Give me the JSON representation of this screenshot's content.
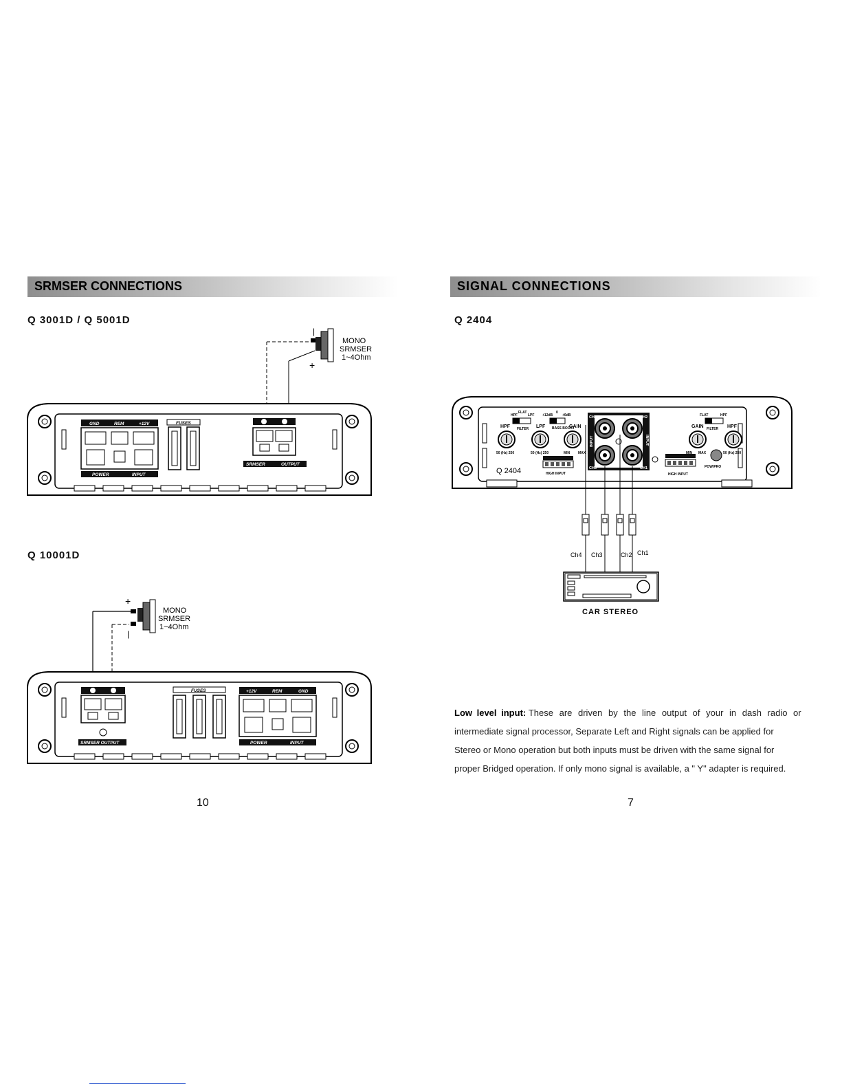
{
  "left_page": {
    "section_title": "SRMSER CONNECTIONS",
    "model_1": "Q 3001D / Q 5001D",
    "model_2": "Q 10001D",
    "page_number": "10",
    "amp1": {
      "speaker_label": [
        "MONO",
        "SRMSER",
        "1~4Ohm"
      ],
      "terminal_labels": [
        "GND",
        "REM",
        "+12V"
      ],
      "fuses_label": "FUSES",
      "power_label": "POWER",
      "input_label": "INPUT",
      "srmser_label": "SRMSER",
      "output_label": "OUTPUT"
    },
    "amp2": {
      "speaker_label": [
        "MONO",
        "SRMSER",
        "1~4Ohm"
      ],
      "terminal_labels": [
        "+12V",
        "REM",
        "GND"
      ],
      "fuses_label": "FUSES",
      "power_label": "POWER",
      "input_label": "INPUT",
      "srmser_output_label": "SRMSER OUTPUT"
    }
  },
  "right_page": {
    "section_title": "SIGNAL CONNECTIONS",
    "model": "Q 2404",
    "page_number": "7",
    "amp": {
      "hpf": "HPF",
      "lpf": "LPF",
      "gain": "GAIN",
      "filter": "FILTER",
      "bass_boost": "BASS BOOST",
      "flat": "FLAT",
      "hpf_small": "HPF",
      "lpf_small": "LPF",
      "db12": "+12dB",
      "db0": "0",
      "db6": "+6dB",
      "range_freq": "50 (Hz) 250",
      "range_gain_min": "MIN",
      "range_gain_max": "MAX",
      "high_input": "HIGH INPUT",
      "input": "INPUT",
      "ch1": "CH1",
      "ch2": "CH2",
      "ch3": "CH3",
      "ch4": "CH4",
      "pow_pro": "POW/PRO",
      "model_mark": "Q 2404"
    },
    "channels": [
      "Ch4",
      "Ch3",
      "Ch2",
      "Ch1"
    ],
    "car_stereo": "CAR STEREO",
    "paragraph_lead": "Low level input:",
    "paragraph_lines": [
      "These are driven by the line output of your in dash radio or",
      "intermediate signal processor, Separate Left and Right signals can be applied for",
      "Stereo or Mono operation but both inputs must be driven with the same signal for",
      "proper Bridged operation. If only mono signal is available, a \" Y\" adapter is required."
    ]
  }
}
